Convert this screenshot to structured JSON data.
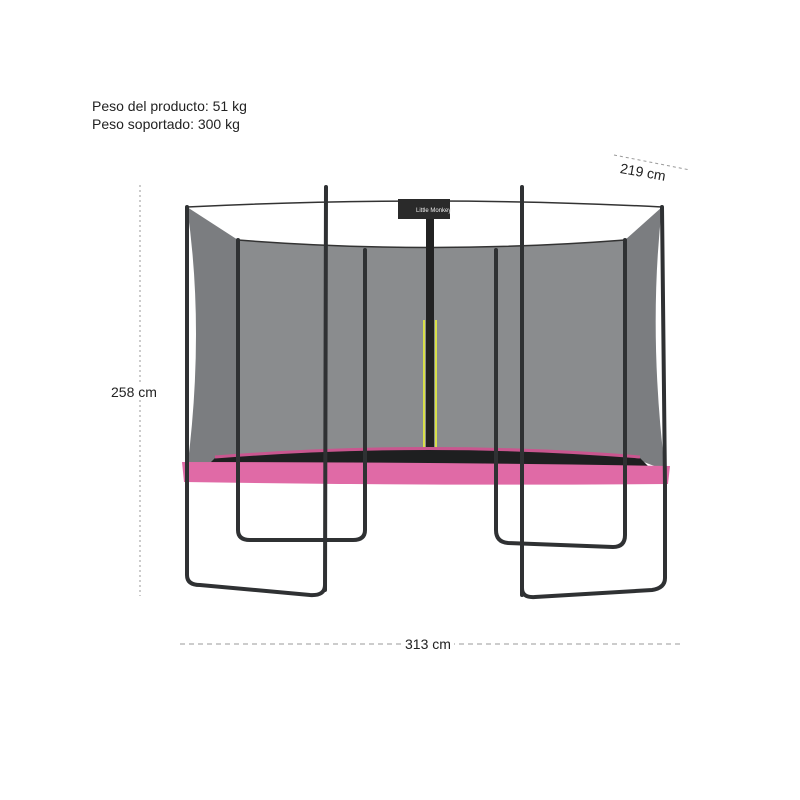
{
  "specs": {
    "product_weight": "Peso del producto: 51 kg",
    "supported_weight": "Peso soportado: 300 kg"
  },
  "dimensions": {
    "height": "258 cm",
    "width": "313 cm",
    "depth": "219 cm"
  },
  "logo": {
    "text": "Little Monkey"
  },
  "colors": {
    "pad": "#e06aa6",
    "frame": "#2f3133",
    "net": "#6f7173",
    "zip": "#d8e04a"
  }
}
